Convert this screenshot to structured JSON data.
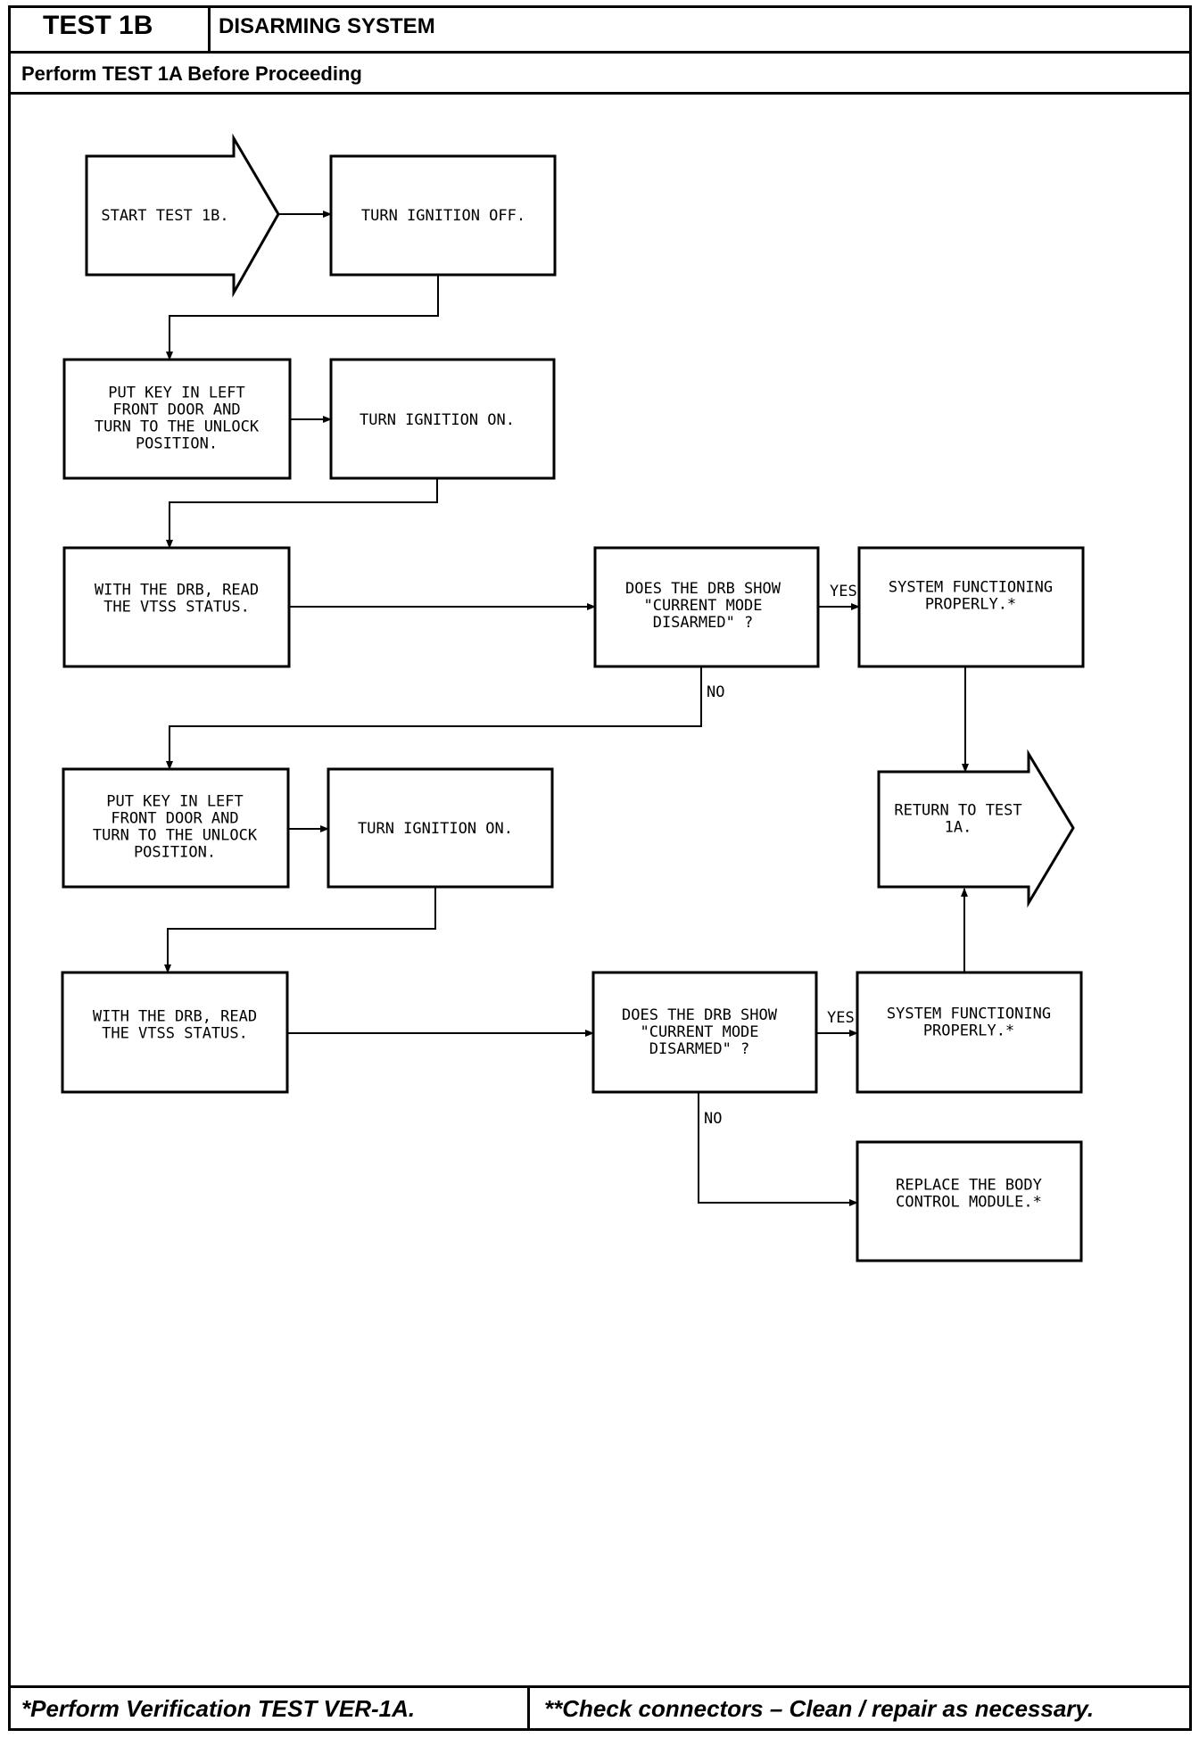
{
  "header": {
    "test_id": "TEST 1B",
    "system_title": "DISARMING SYSTEM",
    "prerequisite": "Perform TEST 1A Before Proceeding"
  },
  "footer": {
    "note_left": "*Perform Verification TEST VER-1A.",
    "note_right": "**Check connectors – Clean / repair as necessary."
  },
  "flowchart": {
    "start": [
      "START TEST 1B."
    ],
    "step1": [
      "TURN IGNITION OFF."
    ],
    "step2": [
      "PUT KEY IN LEFT",
      "FRONT DOOR AND",
      "TURN TO THE UNLOCK",
      "POSITION."
    ],
    "step3": [
      "TURN IGNITION ON."
    ],
    "step4": [
      "WITH THE DRB, READ",
      "THE VTSS STATUS."
    ],
    "decision1": [
      "DOES THE DRB SHOW",
      "\"CURRENT MODE",
      "DISARMED\" ?"
    ],
    "result1": [
      "SYSTEM FUNCTIONING",
      "PROPERLY.*"
    ],
    "step5": [
      "PUT KEY IN LEFT",
      "FRONT DOOR AND",
      "TURN TO THE UNLOCK",
      "POSITION."
    ],
    "step6": [
      "TURN IGNITION ON."
    ],
    "return": [
      "RETURN TO TEST",
      "1A."
    ],
    "step7": [
      "WITH THE DRB, READ",
      "THE VTSS STATUS."
    ],
    "decision2": [
      "DOES THE DRB SHOW",
      "\"CURRENT MODE",
      "DISARMED\" ?"
    ],
    "result2": [
      "SYSTEM FUNCTIONING",
      "PROPERLY.*"
    ],
    "result3": [
      "REPLACE THE BODY",
      "CONTROL MODULE.*"
    ],
    "yes_label": "YES",
    "no_label": "NO"
  }
}
